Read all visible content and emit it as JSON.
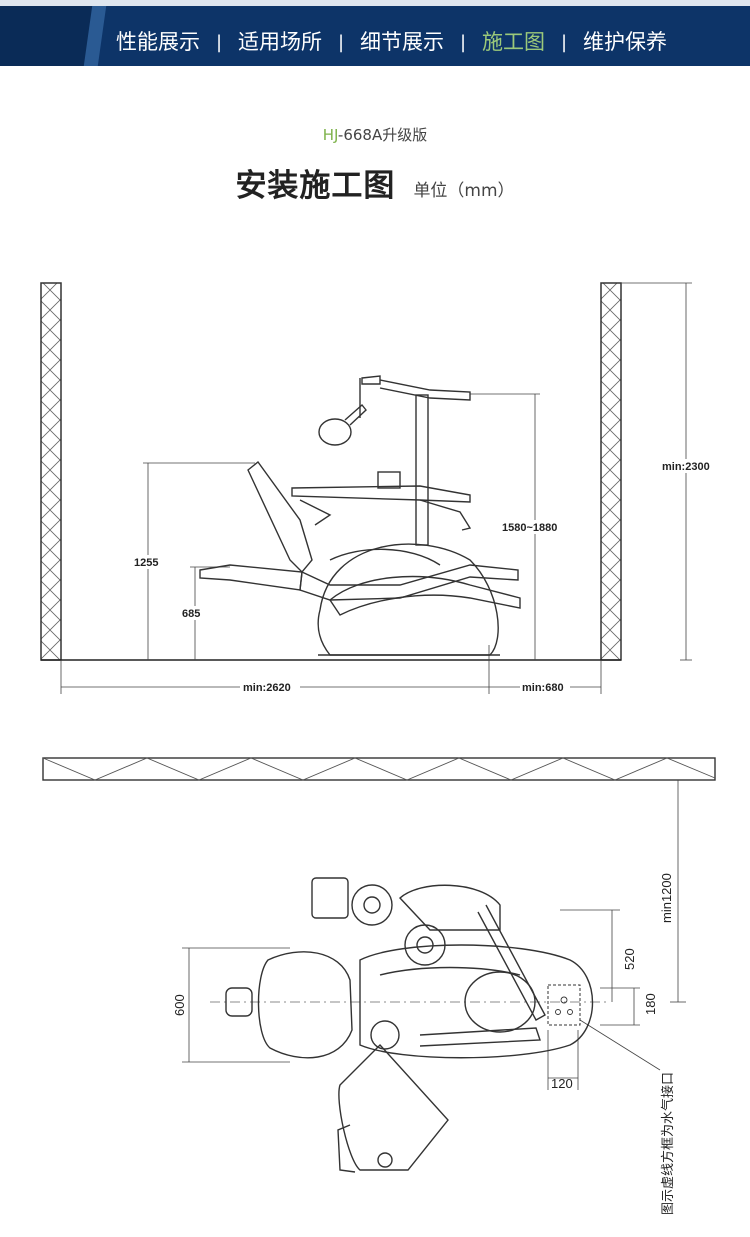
{
  "nav": {
    "items": [
      {
        "label": "性能展示"
      },
      {
        "label": "适用场所"
      },
      {
        "label": "细节展示"
      },
      {
        "label": "施工图"
      },
      {
        "label": "维护保养"
      }
    ],
    "active_index": 3,
    "separator": "|"
  },
  "header": {
    "model_prefix": "HJ",
    "model_rest": "-668A升级版",
    "title": "安装施工图",
    "unit": "单位（mm）"
  },
  "side_view": {
    "dim_height_total": "min:2300",
    "dim_light_height": "1580~1880",
    "dim_back_height": "1255",
    "dim_seat_height": "685",
    "dim_width_main": "min:2620",
    "dim_width_rear": "min:680"
  },
  "top_view": {
    "dim_wall_distance": "min1200",
    "dim_head_width": "600",
    "dim_side_offset": "520",
    "dim_port_offset": "180",
    "dim_port_width": "120",
    "note": "图示虚线方框为水气接口"
  },
  "colors": {
    "nav_bg": "#0d3468",
    "nav_active": "#9bc97a",
    "model_accent": "#7db24a"
  }
}
